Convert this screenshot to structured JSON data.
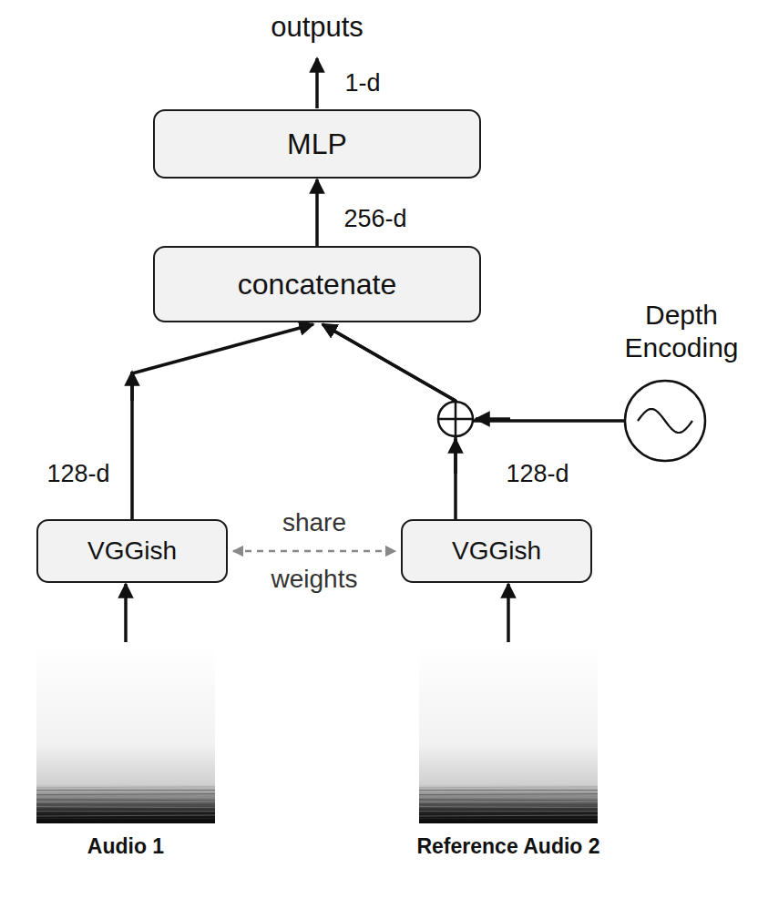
{
  "diagram": {
    "nodes": [
      {
        "text": [
          "MLP"
        ]
      },
      {
        "text": [
          "concatenate"
        ]
      },
      {
        "text": [
          "Depth Encoding"
        ]
      },
      {
        "text": [
          "VGGish"
        ]
      },
      {
        "text": [
          "VGGish"
        ]
      },
      {
        "text": [
          "Audio 1"
        ]
      },
      {
        "text": [
          "Reference Audio 2"
        ]
      }
    ],
    "edges": [
      {
        "from": 1,
        "to": 0,
        "arrow": "to"
      },
      {
        "from": 3,
        "to": 1,
        "arrow": "to"
      },
      {
        "from": 4,
        "to": 1,
        "arrow": "to"
      },
      {
        "from": 2,
        "to": 1,
        "arrow": "to"
      },
      {
        "from": 5,
        "to": 3,
        "arrow": "to"
      },
      {
        "from": 6,
        "to": 4,
        "arrow": "to"
      },
      {
        "from": 3,
        "to": 4,
        "label": "share weights",
        "arrow": "both"
      }
    ],
    "labels": [
      "outputs",
      "1-d",
      "256-d",
      "128-d",
      "128-d"
    ]
  }
}
